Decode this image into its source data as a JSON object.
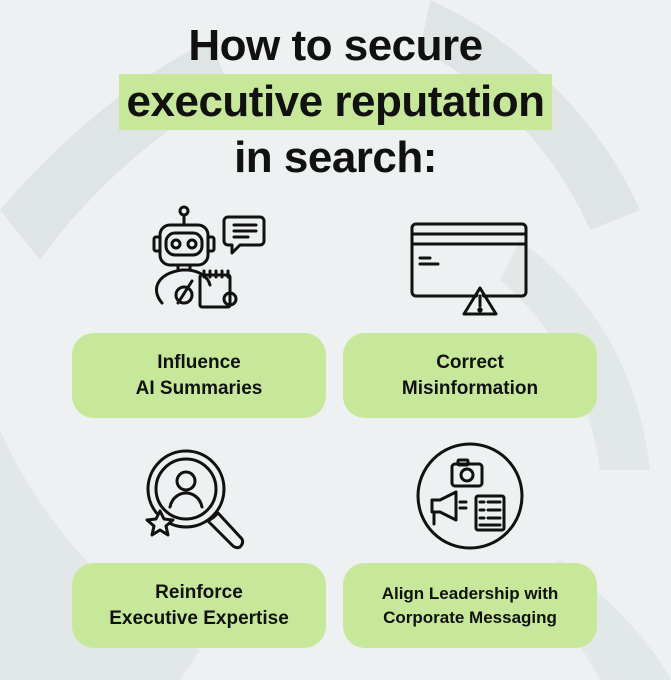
{
  "title": {
    "line1": "How to secure",
    "line2": "executive reputation",
    "line3": "in search:"
  },
  "cards": [
    {
      "line1": "Influence",
      "line2": "AI Summaries",
      "icon": "robot-chat-icon"
    },
    {
      "line1": "Correct",
      "line2": "Misinformation",
      "icon": "browser-warning-icon"
    },
    {
      "line1": "Reinforce",
      "line2": "Executive Expertise",
      "icon": "magnifier-person-star-icon"
    },
    {
      "line1": "Align Leadership with",
      "line2": "Corporate Messaging",
      "icon": "camera-megaphone-document-icon"
    }
  ],
  "colors": {
    "background": "#edf1f1",
    "accent_green": "#c7e89a",
    "text": "#111111",
    "watermark": "#dde3e3"
  }
}
